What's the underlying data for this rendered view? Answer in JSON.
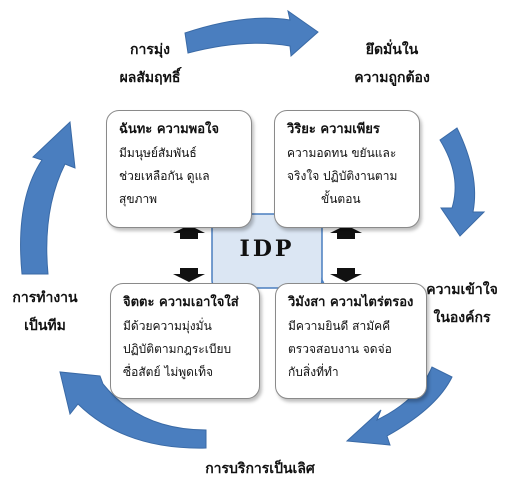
{
  "center": {
    "label": "IDP"
  },
  "outer_labels": {
    "top_left": [
      "การมุ่ง",
      "ผลสัมฤทธิ์"
    ],
    "top_right": [
      "ยึดมั่นใน",
      "ความถูกต้อง"
    ],
    "right": [
      "ความเข้าใจ",
      "ในองค์กร"
    ],
    "bottom": [
      "การบริการเป็นเลิศ"
    ],
    "left": [
      "การทำงาน",
      "เป็นทีม"
    ]
  },
  "boxes": {
    "top_left": {
      "title": "ฉันทะ ความพอใจ",
      "lines": [
        "มีมนุษย์สัมพันธ์",
        "ช่วยเหลือกัน ดูแล",
        "สุขภาพ"
      ]
    },
    "top_right": {
      "title": "วิริยะ ความเพียร",
      "lines": [
        "ความอดทน ขยันและ",
        "จริงใจ  ปฏิบัติงานตาม",
        "ขั้นตอน"
      ]
    },
    "bottom_left": {
      "title": "จิตตะ ความเอาใจใส่",
      "lines": [
        "มีด้วยความมุ่งมั่น",
        "ปฏิบัติตามกฎระเบียบ",
        "ซื่อสัตย์ ไม่พูดเท็จ"
      ]
    },
    "bottom_right": {
      "title": "วิมังสา ความไตร่ตรอง",
      "lines": [
        "มีความยินดี สามัคคี",
        "ตรวจสอบงาน จดจ่อ",
        "กับสิ่งที่ทำ"
      ]
    }
  },
  "colors": {
    "cycle_arrow": "#4a7ebf",
    "cycle_arrow_edge": "#3a6aa6",
    "box_border": "#8a8a8a",
    "scroll_fill": "#dbe6f3",
    "scroll_stroke": "#4a7ebf",
    "connector_arrow": "#111111"
  }
}
